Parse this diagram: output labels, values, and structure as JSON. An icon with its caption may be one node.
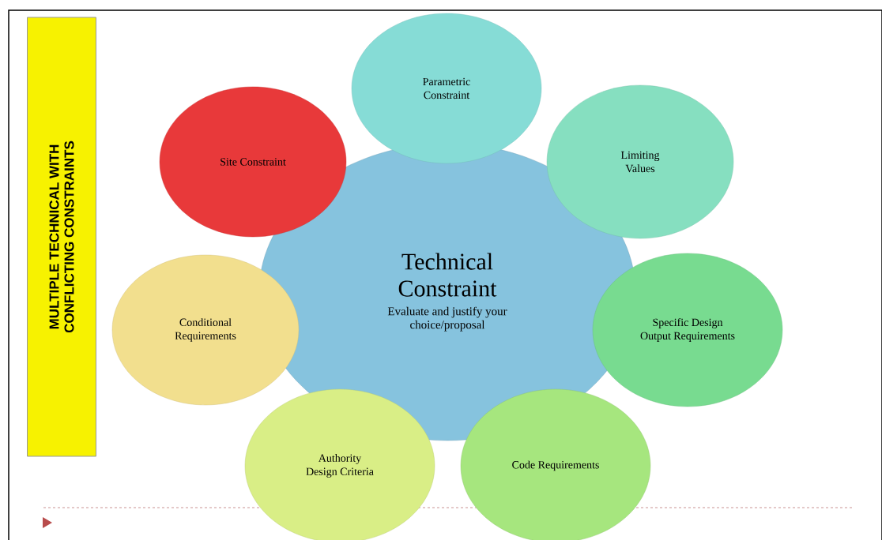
{
  "diagram": {
    "nodes": [
      {
        "text": [
          "MULTIPLE TECHNICAL WITH CONFLICTING CONSTRAINTS"
        ]
      },
      {
        "text": [
          "Technical Constraint",
          "Evaluate and justify your choice/proposal"
        ]
      },
      {
        "text": [
          "Parametric Constraint"
        ]
      },
      {
        "text": [
          "Site Constraint"
        ]
      },
      {
        "text": [
          "Limiting Values"
        ]
      },
      {
        "text": [
          "Conditional Requirements"
        ]
      },
      {
        "text": [
          "Specific Design Output Requirements"
        ]
      },
      {
        "text": [
          "Authority Design Criteria"
        ]
      },
      {
        "text": [
          "Code Requirements"
        ]
      }
    ]
  }
}
